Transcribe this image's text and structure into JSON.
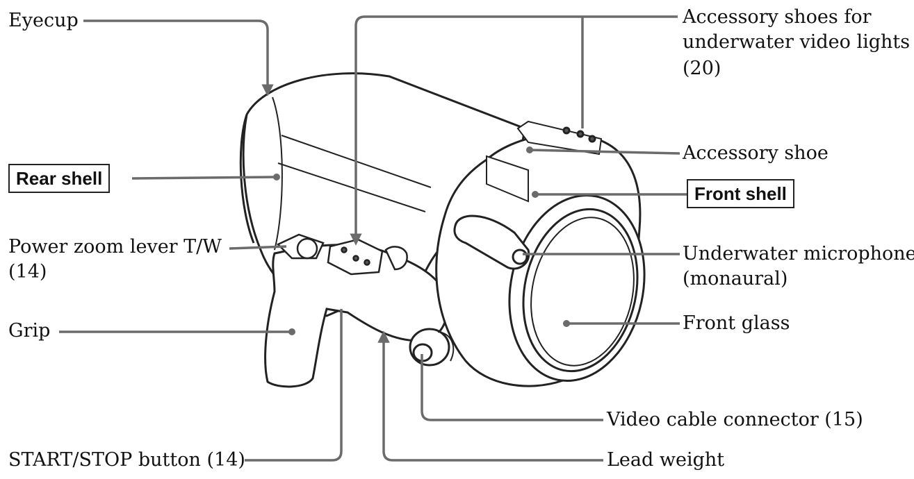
{
  "labels": {
    "eyecup": "Eyecup",
    "accessory_shoes_lights_1": "Accessory shoes for",
    "accessory_shoes_lights_2": "underwater video lights",
    "accessory_shoes_lights_3": "(20)",
    "accessory_shoe": "Accessory shoe",
    "rear_shell": "Rear shell",
    "front_shell": "Front shell",
    "power_zoom_1": "Power zoom lever T/W",
    "power_zoom_2": "(14)",
    "microphone_1": "Underwater microphone",
    "microphone_2": "(monaural)",
    "grip": "Grip",
    "front_glass": "Front glass",
    "video_cable": "Video cable connector (15)",
    "start_stop": "START/STOP button (14)",
    "lead_weight": "Lead weight"
  },
  "colors": {
    "leader_line": "#6b6b6b",
    "outline": "#222222",
    "text": "#111111"
  }
}
